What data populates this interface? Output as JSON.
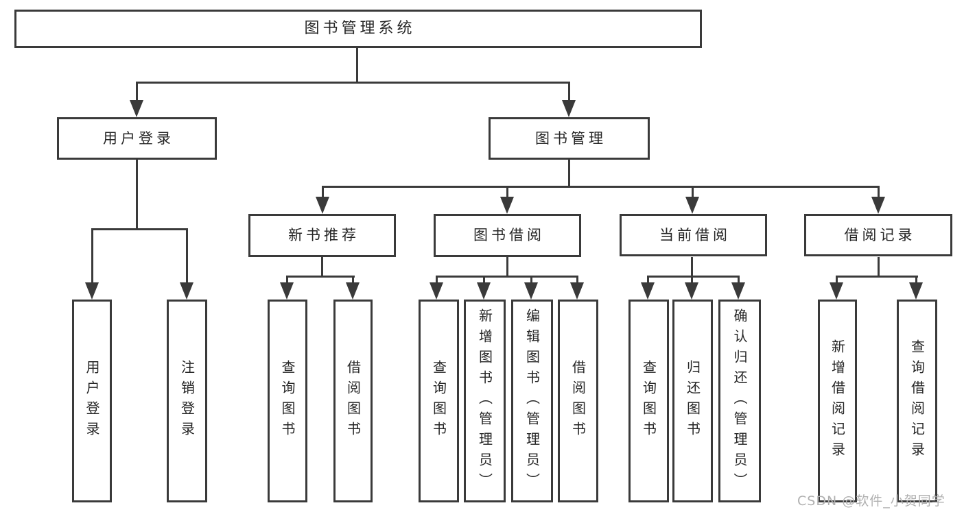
{
  "nodes": {
    "root": {
      "label": "图书管理系统"
    },
    "user_login": {
      "label": "用户登录"
    },
    "book_mgmt": {
      "label": "图书管理"
    },
    "new_book_rec": {
      "label": "新书推荐"
    },
    "book_borrow": {
      "label": "图书借阅"
    },
    "current_borrow": {
      "label": "当前借阅"
    },
    "borrow_records": {
      "label": "借阅记录"
    },
    "leaf_user_login": {
      "label": "用户登录"
    },
    "leaf_logout": {
      "label": "注销登录"
    },
    "leaf_query_book_1": {
      "label": "查询图书"
    },
    "leaf_borrow_book_1": {
      "label": "借阅图书"
    },
    "leaf_query_book_2": {
      "label": "查询图书"
    },
    "leaf_add_book": {
      "label": "新增图书（管理员）"
    },
    "leaf_edit_book": {
      "label": "编辑图书（管理员）"
    },
    "leaf_borrow_book_2": {
      "label": "借阅图书"
    },
    "leaf_query_book_3": {
      "label": "查询图书"
    },
    "leaf_return_book": {
      "label": "归还图书"
    },
    "leaf_confirm_return": {
      "label": "确认归还（管理员）"
    },
    "leaf_add_record": {
      "label": "新增借阅记录"
    },
    "leaf_query_record": {
      "label": "查询借阅记录"
    }
  },
  "watermark": {
    "text": "CSDN @软件_小贺同学"
  },
  "colors": {
    "line": "#3a3a3a",
    "text": "#262626",
    "watermark": "#b0b0b0",
    "background": "#ffffff"
  }
}
